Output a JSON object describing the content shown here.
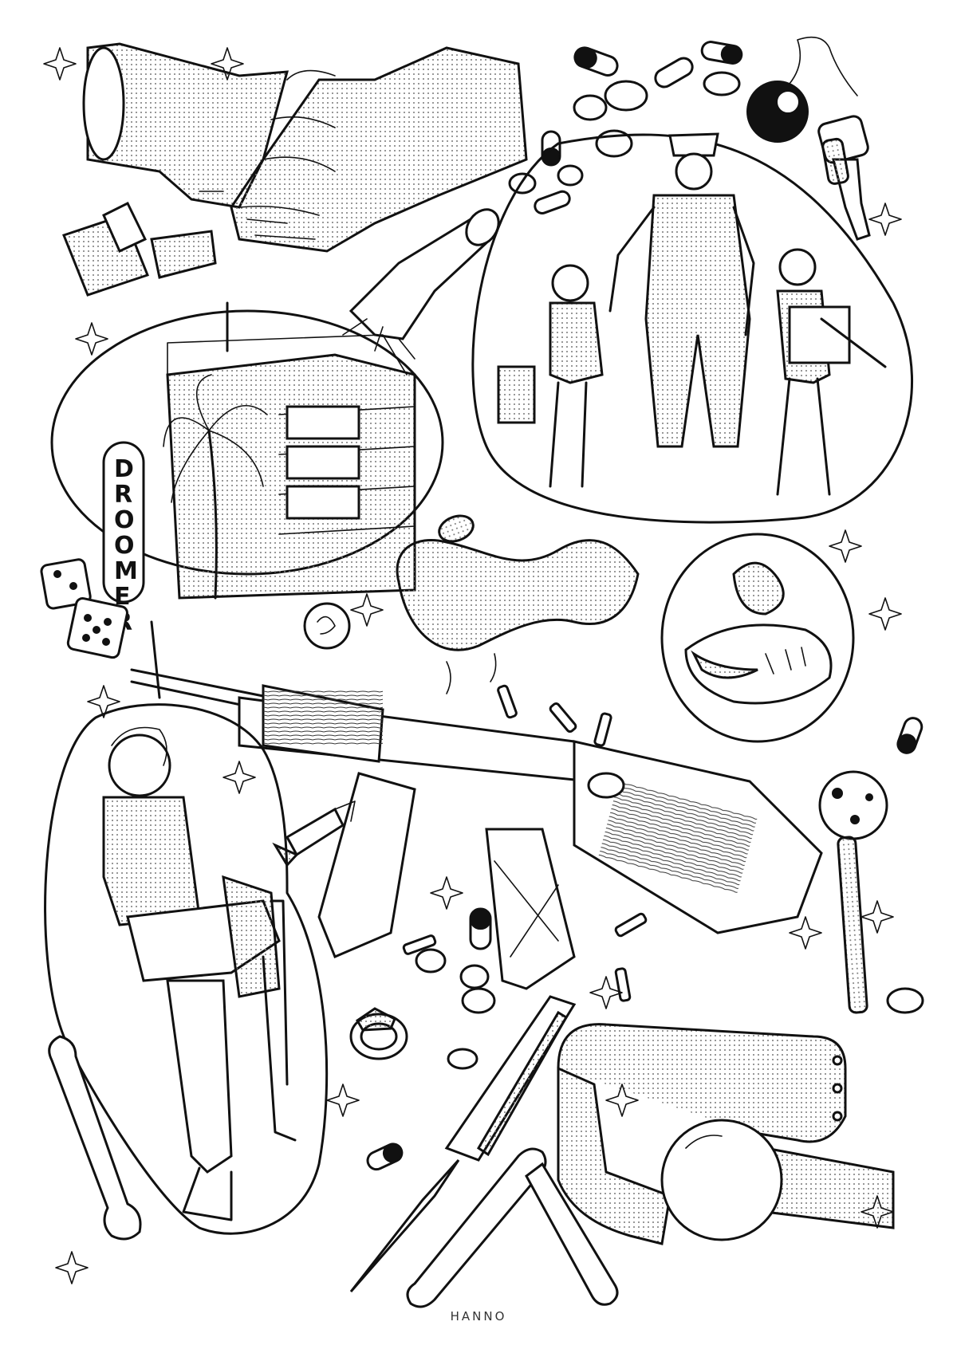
{
  "sign": {
    "letters": [
      "D",
      "R",
      "O",
      "O",
      "M",
      "E",
      "R"
    ]
  },
  "signature": "HANNO",
  "colors": {
    "ink": "#111111",
    "paper": "#ffffff"
  },
  "illustrations": [
    "handshake",
    "pills-and-capsules",
    "eight-ball-keychain",
    "zippo-lighter",
    "broken-bottle",
    "soldier-with-children",
    "hotel-with-palm",
    "dice",
    "coins",
    "used-condom",
    "licking-mouth",
    "assault-rifle",
    "bullet-casings",
    "man-in-tank-top",
    "cigarette-butt",
    "lollipop",
    "ring",
    "butterfly-knife",
    "bones",
    "ball-gag"
  ]
}
